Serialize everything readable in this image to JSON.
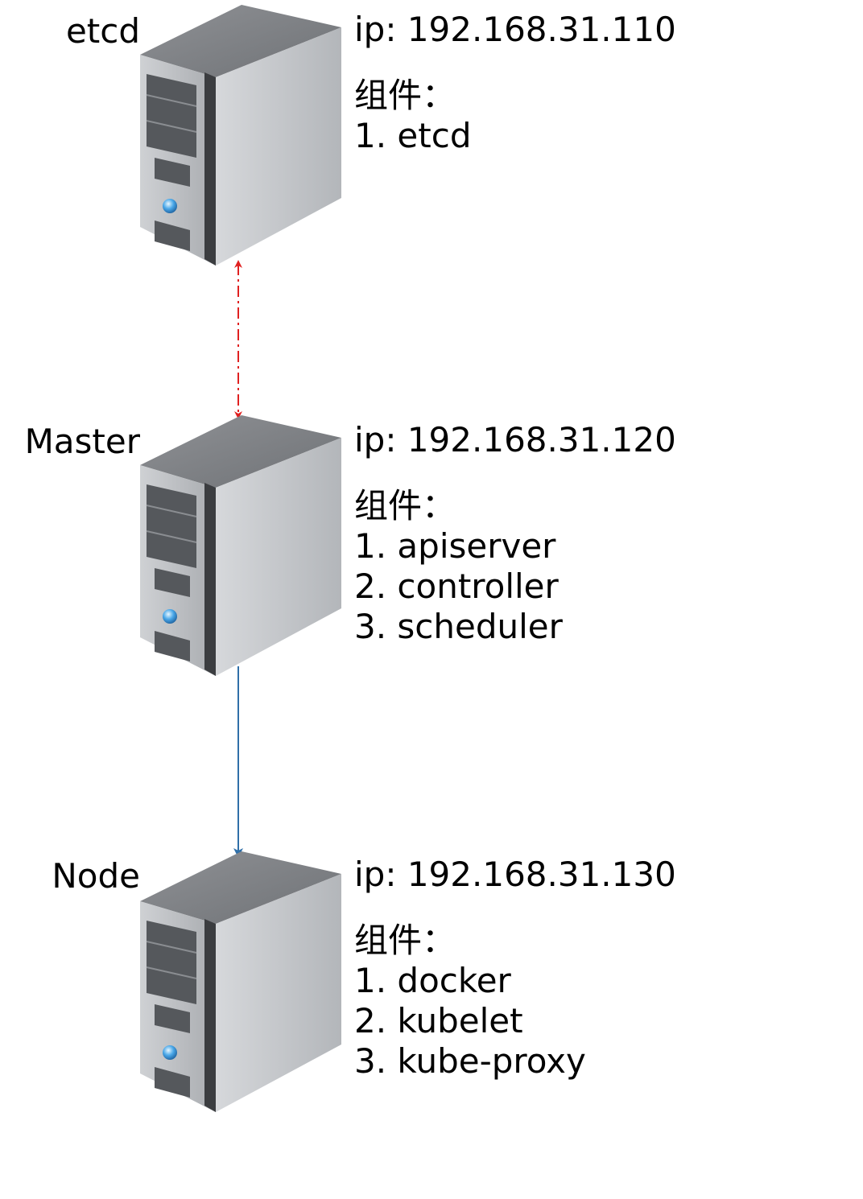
{
  "nodes": [
    {
      "name": "etcd",
      "ip": "ip: 192.168.31.110",
      "components_title": "组件：",
      "components": [
        "1. etcd"
      ]
    },
    {
      "name": "Master",
      "ip": "ip: 192.168.31.120",
      "components_title": "组件：",
      "components": [
        "1. apiserver",
        "2. controller",
        "3. scheduler"
      ]
    },
    {
      "name": "Node",
      "ip": "ip: 192.168.31.130",
      "components_title": "组件：",
      "components": [
        "1. docker",
        "2. kubelet",
        "3. kube-proxy"
      ]
    }
  ],
  "connections": [
    {
      "from": "etcd",
      "to": "Master",
      "style": "dash-dot",
      "direction": "both",
      "color": "#e02020"
    },
    {
      "from": "Master",
      "to": "Node",
      "style": "solid",
      "direction": "forward",
      "color": "#2f6fa8"
    }
  ],
  "icons": {
    "server": "server-tower-icon"
  }
}
